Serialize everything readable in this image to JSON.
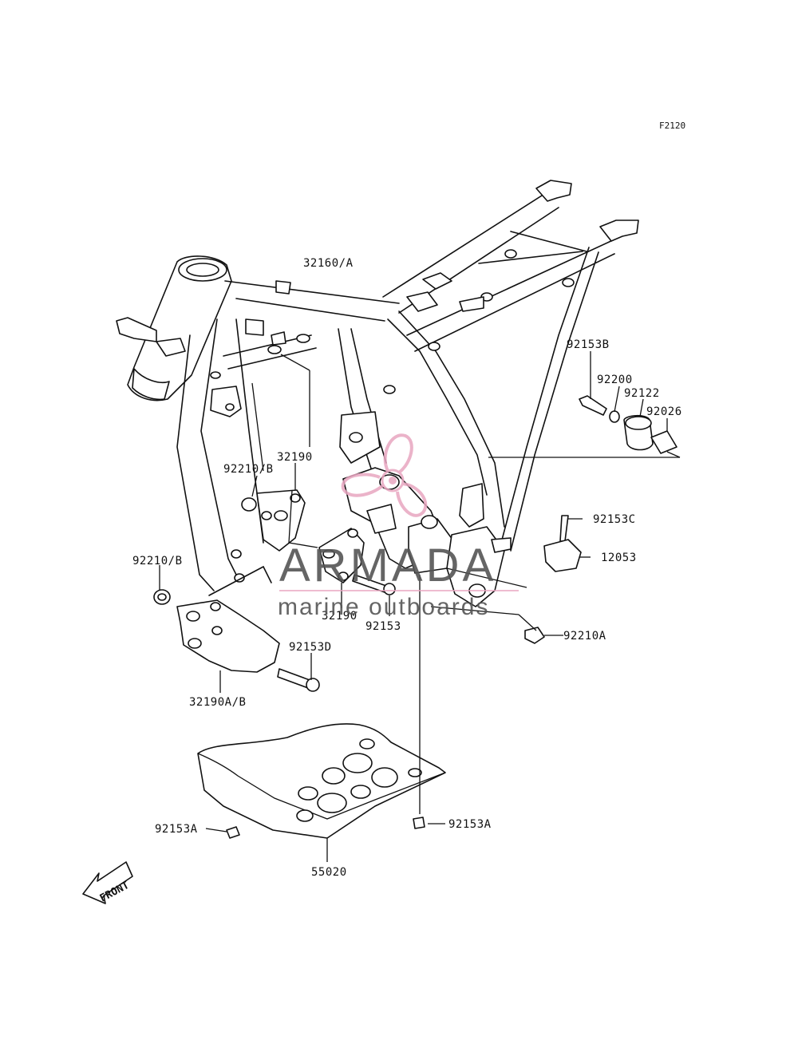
{
  "diagram_code": "F2120",
  "callouts": [
    {
      "id": "32160-A",
      "text": "32160/A"
    },
    {
      "id": "92153B",
      "text": "92153B"
    },
    {
      "id": "92200",
      "text": "92200"
    },
    {
      "id": "92122",
      "text": "92122"
    },
    {
      "id": "92026",
      "text": "92026"
    },
    {
      "id": "32190-top",
      "text": "32190"
    },
    {
      "id": "92210-B-upper",
      "text": "92210/B"
    },
    {
      "id": "92153C",
      "text": "92153C"
    },
    {
      "id": "12053",
      "text": "12053"
    },
    {
      "id": "92210-B-lower",
      "text": "92210/B"
    },
    {
      "id": "32190-mid",
      "text": "32190"
    },
    {
      "id": "92153",
      "text": "92153"
    },
    {
      "id": "92210A",
      "text": "92210A"
    },
    {
      "id": "92153D",
      "text": "92153D"
    },
    {
      "id": "32190A-B",
      "text": "32190A/B"
    },
    {
      "id": "92153A-left",
      "text": "92153A"
    },
    {
      "id": "92153A-right",
      "text": "92153A"
    },
    {
      "id": "55020",
      "text": "55020"
    }
  ],
  "front_arrow_label": "FRONT",
  "watermark": {
    "title": "ARMADA",
    "subtitle": "marine outboards",
    "accent_color": "#e8a6c0",
    "text_color": "#555555"
  }
}
